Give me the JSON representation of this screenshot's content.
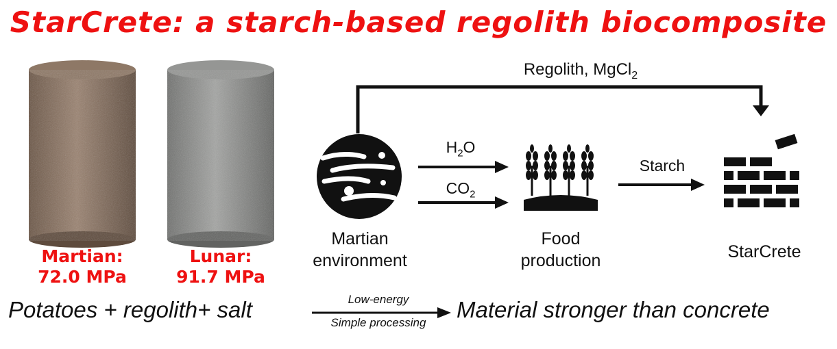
{
  "title": "StarCrete: a starch-based regolith biocomposite",
  "samples": [
    {
      "name": "Martian:",
      "strength": "72.0 MPa",
      "color": "#8a725e"
    },
    {
      "name": "Lunar:",
      "strength": "91.7 MPa",
      "color": "#8d8e8c"
    }
  ],
  "diagram": {
    "top_label": "Regolith, MgCl",
    "top_label_sub": "2",
    "h2o_main": "H",
    "h2o_sub": "2",
    "h2o_end": "O",
    "co2_main": "CO",
    "co2_sub": "2",
    "starch_label": "Starch",
    "nodes": {
      "martian": {
        "line1": "Martian",
        "line2": "environment",
        "icon": "mars-planet-icon"
      },
      "food": {
        "line1": "Food",
        "line2": "production",
        "icon": "wheat-crops-icon"
      },
      "starcrete": {
        "line1": "StarCrete",
        "icon": "brick-wall-icon"
      }
    }
  },
  "bottom": {
    "left": "Potatoes + regolith+ salt",
    "arrow_top": "Low-energy",
    "arrow_bottom": "Simple processing",
    "right": "Material stronger than concrete"
  },
  "colors": {
    "accent_red": "#ee1111",
    "ink": "#111111"
  }
}
